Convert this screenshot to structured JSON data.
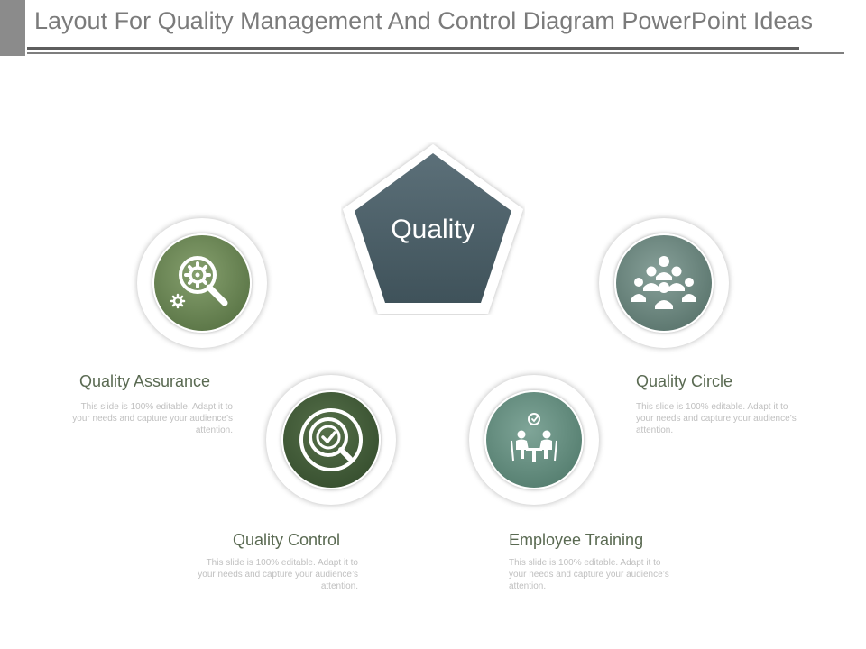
{
  "header": {
    "title": "Layout For Quality Management And Control Diagram PowerPoint Ideas"
  },
  "center": {
    "label": "Quality"
  },
  "items": [
    {
      "title": "Quality Assurance",
      "description": "This slide is 100% editable. Adapt it to your needs and capture your audience’s attention.",
      "icon": "gear-magnifier-icon",
      "color": "#6b8655"
    },
    {
      "title": "Quality Control",
      "description": "This slide is 100% editable. Adapt it to your needs and capture your audience’s attention.",
      "icon": "target-magnifier-check-icon",
      "color": "#3f5a36"
    },
    {
      "title": "Employee Training",
      "description": "This slide is 100% editable. Adapt it to your needs and capture your audience’s attention.",
      "icon": "meeting-table-icon",
      "color": "#628c7e"
    },
    {
      "title": "Quality Circle",
      "description": "This slide is 100% editable. Adapt it to your needs and capture your audience’s attention.",
      "icon": "team-group-icon",
      "color": "#6a857d"
    }
  ],
  "colors": {
    "pentagon_fill": "#4d6169",
    "title_text": "#7b7b7b",
    "item_title_text": "#5a6a52",
    "description_text": "#c0c0c0"
  }
}
